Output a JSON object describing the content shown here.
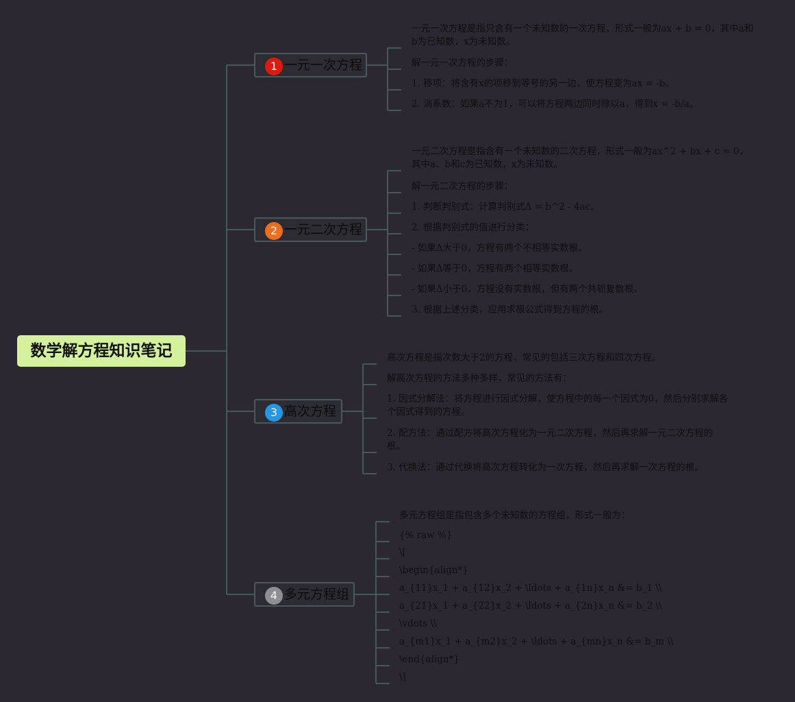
{
  "root": {
    "title": "数学解方程知识笔记",
    "color": "#d3f29b"
  },
  "branches": [
    {
      "number": "1",
      "badge_color": "#e0190f",
      "title": "一元一次方程",
      "items": [
        "一元一次方程是指只含有一个未知数的一次方程，形式一般为ax + b = 0，其中a和b为已知数，x为未知数。",
        "解一元一次方程的步骤：",
        "1. 移项：将含有x的项移到等号的另一边，使方程变为ax = -b。",
        "2. 消系数：如果a不为1，可以将方程两边同时除以a，得到x = -b/a。"
      ]
    },
    {
      "number": "2",
      "badge_color": "#ee6e1d",
      "title": "一元二次方程",
      "items": [
        "一元二次方程是指含有一个未知数的二次方程，形式一般为ax^2 + bx + c = 0，其中a、b和c为已知数，x为未知数。",
        "解一元二次方程的步骤：",
        "1. 判断判别式：计算判别式Δ = b^2 - 4ac。",
        "2. 根据判别式的值进行分类：",
        "- 如果Δ大于0，方程有两个不相等实数根。",
        "- 如果Δ等于0，方程有两个相等实数根。",
        "- 如果Δ小于0，方程没有实数根，但有两个共轭复数根。",
        "3. 根据上述分类，应用求根公式得到方程的根。"
      ]
    },
    {
      "number": "3",
      "badge_color": "#2497e6",
      "title": "高次方程",
      "items": [
        "高次方程是指次数大于2的方程，常见的包括三次方程和四次方程。",
        "解高次方程的方法多种多样，常见的方法有：",
        "1. 因式分解法：将方程进行因式分解，使方程中的每一个因式为0，然后分别求解各个因式得到的方程。",
        "2. 配方法：通过配方将高次方程化为一元二次方程，然后再求解一元二次方程的根。",
        "3. 代换法：通过代换将高次方程转化为一次方程，然后再求解一次方程的根。"
      ]
    },
    {
      "number": "4",
      "badge_color": "#8e8e93",
      "title": "多元方程组",
      "items": [
        "多元方程组是指包含多个未知数的方程组，形式一般为：",
        "{% raw %}",
        "\\[",
        "\\begin{align*}",
        "a_{11}x_1 + a_{12}x_2 + \\ldots + a_{1n}x_n &= b_1 \\\\",
        "a_{21}x_1 + a_{22}x_2 + \\ldots + a_{2n}x_n &= b_2 \\\\",
        "\\vdots \\\\",
        "a_{m1}x_1 + a_{m2}x_2 + \\ldots + a_{mn}x_n &= b_m \\\\",
        "\\end{align*}",
        "\\]"
      ]
    }
  ],
  "line_color": "#4a6a6c"
}
